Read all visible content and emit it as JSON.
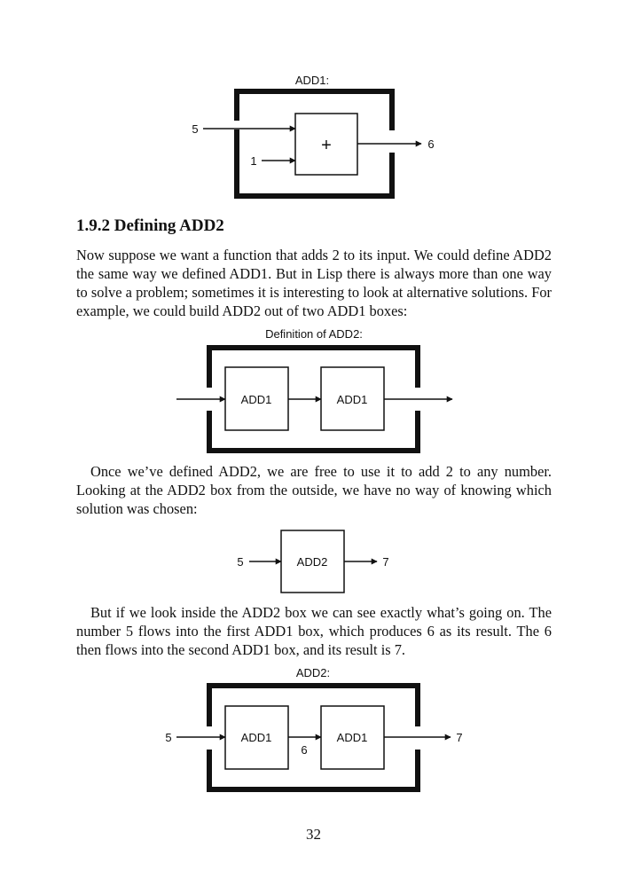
{
  "fig1": {
    "title": "ADD1:",
    "input_a": "5",
    "input_b": "1",
    "operator": "+",
    "output": "6"
  },
  "section": {
    "number": "1.9.2",
    "title": "Defining ADD2"
  },
  "paragraphs": {
    "p1": "Now suppose we want a function that adds 2 to its input. We could define ADD2 the same way we defined ADD1. But in Lisp there is always more than one way to solve a problem; sometimes it is interesting to look at alternative solutions. For example, we could build ADD2 out of two ADD1 boxes:",
    "p2": "Once we’ve defined ADD2, we are free to use it to add 2 to any number. Looking at the ADD2 box from the outside, we have no way of knowing which solution was chosen:",
    "p3": "But if we look inside the ADD2 box we can see exactly what’s going on. The number 5 flows into the first ADD1 box, which produces 6 as its result. The 6 then flows into the second ADD1 box, and its result is 7."
  },
  "fig2": {
    "title": "Definition of ADD2:",
    "box1": "ADD1",
    "box2": "ADD1"
  },
  "fig3": {
    "input": "5",
    "box": "ADD2",
    "output": "7"
  },
  "fig4": {
    "title": "ADD2:",
    "input": "5",
    "box1": "ADD1",
    "middle": "6",
    "box2": "ADD1",
    "output": "7"
  },
  "page_number": "32"
}
